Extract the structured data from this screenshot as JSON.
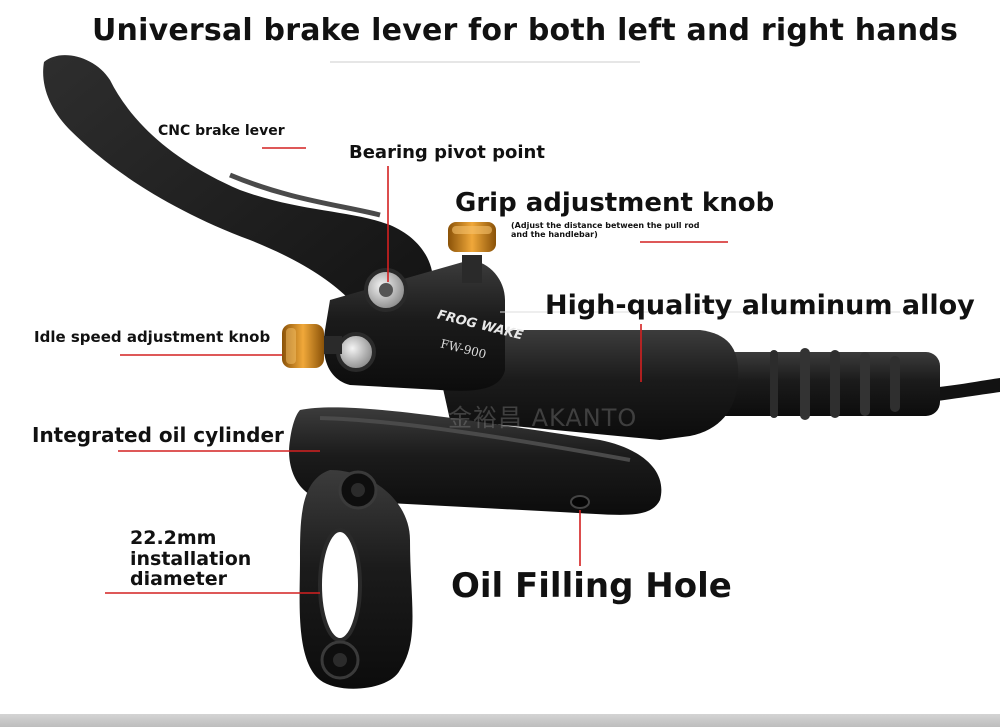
{
  "title": "Universal brake lever for both left and right hands",
  "labels": {
    "cnc_lever": "CNC brake lever",
    "bearing_pivot": "Bearing pivot point",
    "grip_knob": "Grip adjustment knob",
    "grip_knob_note": "(Adjust the distance between the pull rod and the handlebar)",
    "aluminum": "High-quality aluminum alloy",
    "idle_knob": "Idle speed adjustment knob",
    "oil_cylinder": "Integrated oil cylinder",
    "diameter": "22.2mm installation diameter",
    "oil_hole": "Oil Filling Hole"
  },
  "brand_text": {
    "name": "FROG WAKE",
    "model": "FW-900"
  },
  "watermark": "金裕昌 AKANTO",
  "colors": {
    "leader_line": "#d42020",
    "knob": "#d68a1a",
    "body": "#1a1a1a",
    "body_highlight": "#3a3a3a",
    "text": "#111111"
  }
}
